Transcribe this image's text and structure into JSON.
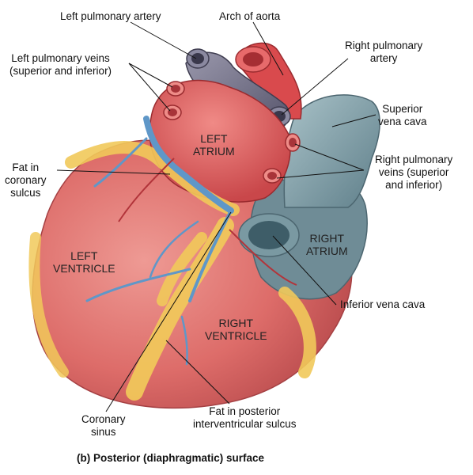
{
  "labels": {
    "left_pulmonary_artery": "Left pulmonary artery",
    "arch_of_aorta": "Arch of aorta",
    "left_pulmonary_veins": [
      "Left pulmonary veins",
      "(superior and inferior)"
    ],
    "right_pulmonary_artery": [
      "Right pulmonary",
      "artery"
    ],
    "superior_vena_cava": [
      "Superior",
      "vena cava"
    ],
    "right_pulmonary_veins": [
      "Right pulmonary",
      "veins (superior",
      "and inferior)"
    ],
    "fat_coronary_sulcus": [
      "Fat in",
      "coronary",
      "sulcus"
    ],
    "inferior_vena_cava": "Inferior vena cava",
    "coronary_sinus": [
      "Coronary",
      "sinus"
    ],
    "fat_posterior_sulcus": [
      "Fat in posterior",
      "interventricular sulcus"
    ]
  },
  "regions": {
    "left_atrium": [
      "LEFT",
      "ATRIUM"
    ],
    "right_atrium": [
      "RIGHT",
      "ATRIUM"
    ],
    "left_ventricle": [
      "LEFT",
      "VENTRICLE"
    ],
    "right_ventricle": [
      "RIGHT",
      "VENTRICLE"
    ]
  },
  "caption": "(b) Posterior (diaphragmatic) surface",
  "colors": {
    "ventricle": "#e0706e",
    "atrium": "#e2595a",
    "vena_cava": "#7d9aa3",
    "pulmonary_artery": "#6f6d80",
    "aorta": "#d94a4d",
    "fat": "#f1c95a",
    "coronary_vein": "#5f97c8"
  }
}
